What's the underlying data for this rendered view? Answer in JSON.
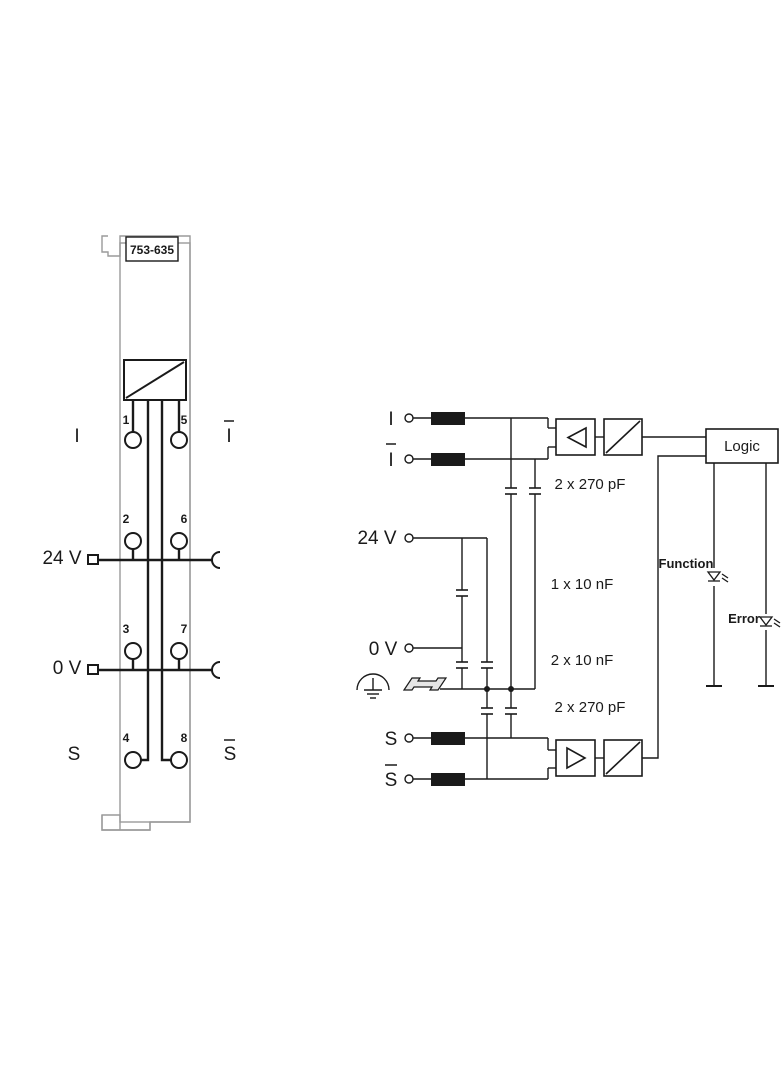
{
  "module": {
    "part_number": "753-635",
    "terminal_numbers": [
      "1",
      "2",
      "3",
      "4",
      "5",
      "6",
      "7",
      "8"
    ],
    "left_labels": [
      "I",
      "24 V",
      "0 V",
      "S"
    ],
    "right_labels": [
      "I",
      "S"
    ]
  },
  "schematic": {
    "inputs": [
      "I",
      "I",
      "24 V",
      "0 V",
      "S",
      "S"
    ],
    "capacitor_labels": [
      "2 x 270 pF",
      "1 x 10 nF",
      "2 x 10 nF",
      "2 x 270 pF"
    ],
    "logic_label": "Logic",
    "led_labels": [
      "Function",
      "Error"
    ]
  },
  "colors": {
    "line": "#1a1a1a",
    "housing": "#9a9a9a"
  },
  "icons": [
    "ground-icon",
    "din-rail-icon",
    "converter-icon",
    "amplifier-icon",
    "led-icon"
  ]
}
